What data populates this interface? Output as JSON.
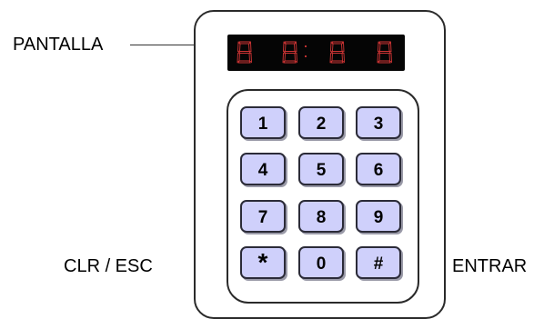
{
  "labels": {
    "display": "PANTALLA",
    "clear_escape": "CLR / ESC",
    "enter": "ENTRAR"
  },
  "display": {
    "digits": [
      "8",
      "8",
      "8",
      "8"
    ],
    "segment_color": "#d03535",
    "background": "#050505"
  },
  "keypad": {
    "keys": [
      "1",
      "2",
      "3",
      "4",
      "5",
      "6",
      "7",
      "8",
      "9",
      "*",
      "0",
      "#"
    ],
    "key_color": "#cfd0fb"
  }
}
